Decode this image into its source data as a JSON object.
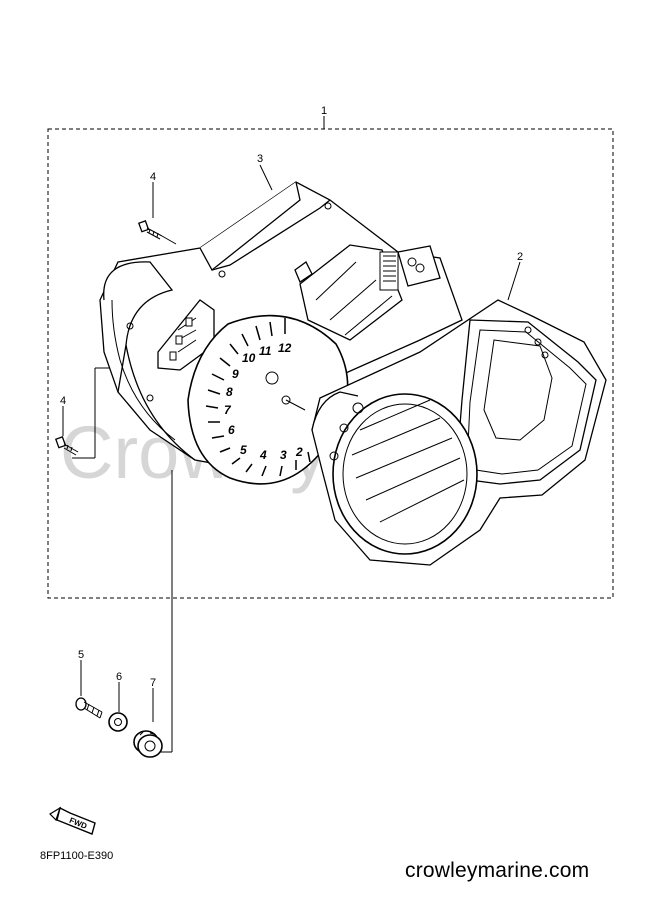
{
  "callouts": {
    "c1": "1",
    "c2": "2",
    "c3": "3",
    "c4a": "4",
    "c4b": "4",
    "c5": "5",
    "c6": "6",
    "c7": "7"
  },
  "watermark": "CrowleyMarine",
  "tach_numbers": [
    "12",
    "11",
    "10",
    "9",
    "8",
    "7",
    "6",
    "5",
    "4",
    "3",
    "2"
  ],
  "fwd_label": "FWD",
  "diagram_code": "8FP1100-E390",
  "site_text": "crowleymarine.com",
  "colors": {
    "ink": "#000000",
    "watermark": "#d6d6d6",
    "background": "#ffffff"
  }
}
